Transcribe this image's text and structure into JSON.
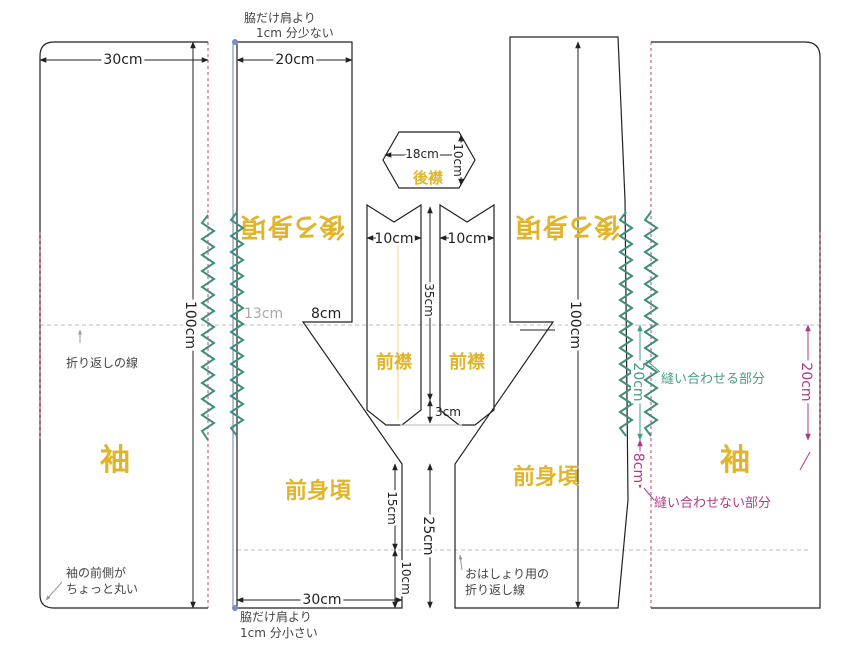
{
  "labels": {
    "sleeve": "袖",
    "back_body": "後ろ身頃",
    "front_body": "前身頃",
    "front_collar": "前襟",
    "back_collar": "後襟"
  },
  "dimensions": {
    "sleeve_width": "30cm",
    "sleeve_length": "100cm",
    "back_width": "20cm",
    "hem_width": "30cm",
    "back_cut": "13cm",
    "notch": "8cm",
    "back_collar_width": "18cm",
    "back_collar_height": "10cm",
    "collar_width": "10cm",
    "collar_length": "35cm",
    "collar_bottom": "3cm",
    "slit_upper": "15cm",
    "slit_lower": "10cm",
    "slit_total": "25cm",
    "right_length": "100cm",
    "seam_joined": "20cm",
    "seam_open": "8cm",
    "right_sleeve_seam": "20cm"
  },
  "notes": {
    "shoulder_top_line1": "脇だけ肩より",
    "shoulder_top_line2": "1cm 分少ない",
    "shoulder_bottom_line1": "脇だけ肩より",
    "shoulder_bottom_line2": "1cm 分小さい",
    "fold_line": "折り返しの線",
    "sleeve_round_line1": "袖の前側が",
    "sleeve_round_line2": "ちょっと丸い",
    "ohashori_line1": "おはしょり用の",
    "ohashori_line2": "折り返し線",
    "joined_part": "縫い合わせる部分",
    "open_part": "縫い合わせない部分"
  },
  "colors": {
    "label_gold": "#e0b52b",
    "seam_green": "#4a9b88",
    "seam_magenta": "#b03a86"
  }
}
